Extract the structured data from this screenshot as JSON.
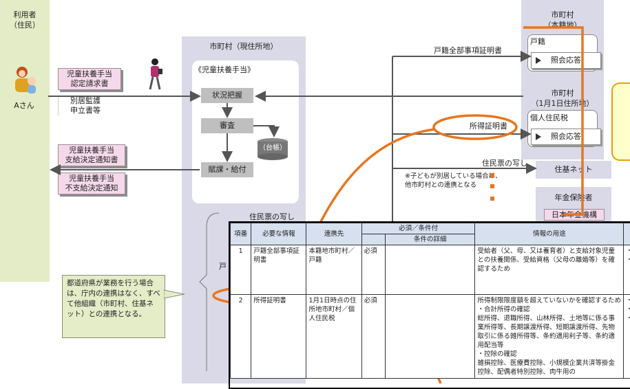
{
  "user": {
    "title": "利用者\n（住民）",
    "person_name": "Aさん"
  },
  "city": {
    "title": "市町村（現住所地）",
    "program": "《児童扶養手当》",
    "steps": [
      "状況把握",
      "審査",
      "賦課・給付"
    ],
    "db": "（台帳）"
  },
  "docs_in": [
    "児童扶養手当\n認定請求書",
    "別居監護\n申立書等"
  ],
  "docs_out": [
    "児童扶養手当\n支給決定通知書",
    "児童扶養手当\n不支給決定通知"
  ],
  "honseki": {
    "title": "市町村\n（本籍地）",
    "item": "戸籍",
    "answer": "照会応答"
  },
  "jan1": {
    "title": "市町村\n（1月1日住所地）",
    "item": "個人住民税",
    "answer": "照会応答"
  },
  "flows": {
    "koseki": "戸籍全部事項証明書",
    "shotoku": "所得証明書",
    "juminhyo": "住民票の写し",
    "juminhyo2": "住民票の写し",
    "dash": "戸"
  },
  "jukinet": "住基ネット",
  "nenkin": {
    "title": "年金保険者",
    "item": "日本年金機構"
  },
  "note": "※子どもが別居している場合は、\n他市町村との連携となる",
  "callout": "都道府県が業務を行う場合は、庁内の連携はなく、すべて他組織（市町村、住基ネット）との連携となる。",
  "table": {
    "headers": [
      "項番",
      "必要な情報",
      "連携先",
      "必須／条件付",
      "条件の詳細",
      "情報の用途"
    ],
    "rows": [
      {
        "no": "1",
        "info": "戸籍全部事項証明書",
        "partner": "本籍地市町村／戸籍",
        "req": "必須",
        "cond": "",
        "use": "受給者（父、母、又は養育者）と支給対象児童との扶養関係、受給資格（父母の離婚等）を確認するため",
        "extra": "・\n・"
      },
      {
        "no": "2",
        "info": "所得証明書",
        "partner": "1月1日時点の住所地市町村／個人住民税",
        "req": "必須",
        "cond": "",
        "use": "所得制限限度額を超えていないかを確認するため\n・合計所得の確認\n総所得、退職所得、山林所得、土地等に係る事業所得等、長期譲渡所得、短期譲渡所得、先物取引に係る雑所得等、条約適用利子等、条約適用配当等\n・控除の確認\n雑損控除、医療費控除、小規模企業共済等掛金控除、配偶者特別控除、肉牛用の",
        "extra": "・\n・\n・"
      }
    ]
  },
  "colors": {
    "orange": "#e8761e",
    "arrow": "#555555",
    "pink": "#f5d9ea",
    "green": "#e3ecc6",
    "lavender": "#d9d9e7"
  }
}
